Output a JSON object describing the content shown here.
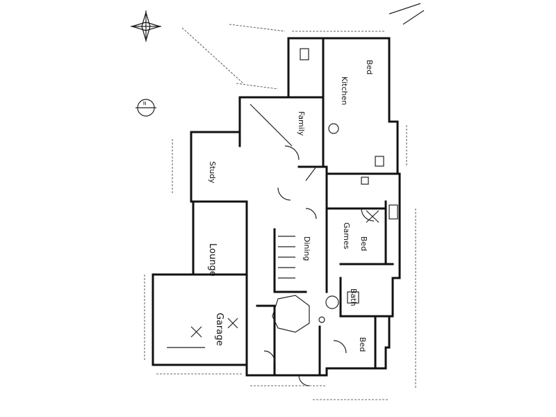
{
  "rooms": {
    "lounge": "Lounge",
    "garage": "Garage",
    "dining": "Dining",
    "family": "Family",
    "kitchen": "Kitchen",
    "bed": "Bed",
    "bath": "Bath",
    "games": "Games",
    "study": "Study"
  },
  "north_symbol": "N"
}
